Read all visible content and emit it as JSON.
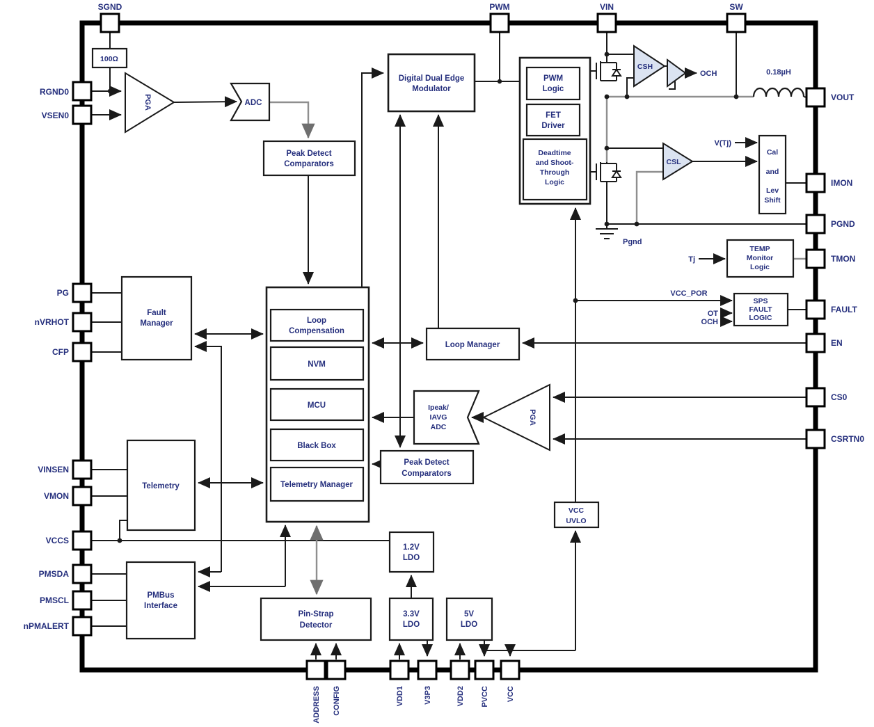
{
  "diagram": {
    "pins": {
      "top": [
        {
          "label": "SGND"
        },
        {
          "label": "PWM"
        },
        {
          "label": "VIN"
        },
        {
          "label": "SW"
        }
      ],
      "left": [
        {
          "label": "RGND0"
        },
        {
          "label": "VSEN0"
        },
        {
          "label": "PG"
        },
        {
          "label": "nVRHOT"
        },
        {
          "label": "CFP"
        },
        {
          "label": "VINSEN"
        },
        {
          "label": "VMON"
        },
        {
          "label": "VCCS"
        },
        {
          "label": "PMSDA"
        },
        {
          "label": "PMSCL"
        },
        {
          "label": "nPMALERT"
        }
      ],
      "right": [
        {
          "label": "VOUT"
        },
        {
          "label": "IMON"
        },
        {
          "label": "PGND"
        },
        {
          "label": "TMON"
        },
        {
          "label": "FAULT"
        },
        {
          "label": "EN"
        },
        {
          "label": "CS0"
        },
        {
          "label": "CSRTN0"
        }
      ],
      "bottom": [
        {
          "label": "ADDRESS"
        },
        {
          "label": "CONFIG"
        },
        {
          "label": "VDD1"
        },
        {
          "label": "V3P3"
        },
        {
          "label": "VDD2"
        },
        {
          "label": "PVCC"
        },
        {
          "label": "VCC"
        }
      ]
    },
    "blocks": {
      "resistor": "100Ω",
      "pga_left": "PGA",
      "adc_top": "ADC",
      "peak_detect_top": {
        "lines": [
          "Peak Detect",
          "Comparators"
        ]
      },
      "modulator": {
        "lines": [
          "Digital Dual Edge",
          "Modulator"
        ]
      },
      "pwm_logic": {
        "lines": [
          "PWM",
          "Logic"
        ]
      },
      "fet_driver": {
        "lines": [
          "FET",
          "Driver"
        ]
      },
      "deadtime": {
        "lines": [
          "Deadtime",
          "and Shoot-",
          "Through",
          "Logic"
        ]
      },
      "csh": "CSH",
      "csl": "CSL",
      "cal_lev": {
        "lines": [
          "Cal",
          "and",
          "Lev",
          "Shift"
        ]
      },
      "temp_monitor": {
        "lines": [
          "TEMP",
          "Monitor",
          "Logic"
        ]
      },
      "sps_fault": {
        "lines": [
          "SPS",
          "FAULT",
          "LOGIC"
        ]
      },
      "loop_compensation": {
        "lines": [
          "Loop",
          "Compensation"
        ]
      },
      "nvm": "NVM",
      "mcu": "MCU",
      "black_box": "Black Box",
      "telemetry_manager": "Telemetry Manager",
      "loop_manager": "Loop Manager",
      "ipeak_adc": {
        "lines": [
          "Ipeak/",
          "IAVG",
          "ADC"
        ]
      },
      "pga_right": "PGA",
      "peak_detect_mid": {
        "lines": [
          "Peak Detect",
          "Comparators"
        ]
      },
      "fault_manager": {
        "lines": [
          "Fault",
          "Manager"
        ]
      },
      "telemetry": "Telemetry",
      "pmbus": {
        "lines": [
          "PMBus",
          "Interface"
        ]
      },
      "pin_strap": {
        "lines": [
          "Pin-Strap",
          "Detector"
        ]
      },
      "ldo_1v2": {
        "lines": [
          "1.2V",
          "LDO"
        ]
      },
      "ldo_3v3": {
        "lines": [
          "3.3V",
          "LDO"
        ]
      },
      "ldo_5v": {
        "lines": [
          "5V",
          "LDO"
        ]
      },
      "vcc_uvlo": {
        "lines": [
          "VCC",
          "UVLO"
        ]
      }
    },
    "signals": {
      "vcc_por": "VCC_POR",
      "ot": "OT",
      "och_in": "OCH",
      "och_out": "OCH",
      "vtj": "V(Tj)",
      "tj": "Tj",
      "pgnd": "Pgnd",
      "inductor": "0.18µH"
    },
    "colors": {
      "wire": "#1a1a1a",
      "gray_wire": "#8f8f8f",
      "text": "#252f7d",
      "amp_fill": "#dbe3f1"
    }
  }
}
